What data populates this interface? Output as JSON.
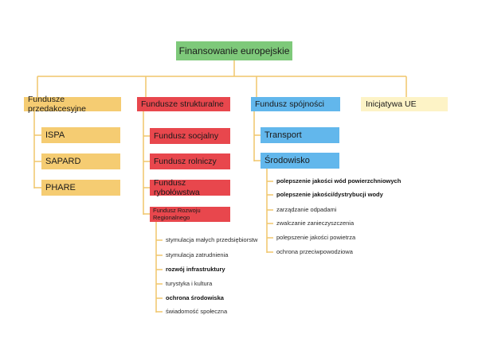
{
  "root": {
    "label": "Finansowanie europejskie",
    "color": "#7ec97a"
  },
  "colors": {
    "line": "#f0c66a",
    "orange": "#f5cc72",
    "red": "#e8474d",
    "blue": "#62b7ec",
    "pale": "#fdf3c6"
  },
  "branches": [
    {
      "label": "Fundusze przedakcesyjne",
      "children": [
        "ISPA",
        "SAPARD",
        "PHARE"
      ]
    },
    {
      "label": "Fundusze strukturalne",
      "children": [
        "Fundusz socjalny",
        "Fundusz rolniczy",
        "Fundusz rybołówstwa",
        "Fundusz Rozwoju Regionalnego"
      ],
      "regional_items": [
        {
          "label": "stymulacja małych przedsiębiorstw",
          "bold": false
        },
        {
          "label": "stymulacja zatrudnienia",
          "bold": false
        },
        {
          "label": "rozwój infrastruktury",
          "bold": true
        },
        {
          "label": "turystyka i kultura",
          "bold": false
        },
        {
          "label": "ochrona środowiska",
          "bold": true
        },
        {
          "label": "świadomość społeczna",
          "bold": false
        }
      ]
    },
    {
      "label": "Fundusz spójności",
      "children": [
        "Transport",
        "Środowisko"
      ],
      "environment_items": [
        {
          "label": "polepszenie jakości wód powierzchniowych",
          "bold": true
        },
        {
          "label": "polepszenie jakości/dystrybucji wody",
          "bold": true
        },
        {
          "label": "zarządzanie odpadami",
          "bold": false
        },
        {
          "label": "zwalczanie zanieczyszczenia",
          "bold": false
        },
        {
          "label": "polepszenie jakości powietrza",
          "bold": false
        },
        {
          "label": "ochrona przeciwpowodziowa",
          "bold": false
        }
      ]
    },
    {
      "label": "Inicjatywa UE",
      "children": []
    }
  ]
}
